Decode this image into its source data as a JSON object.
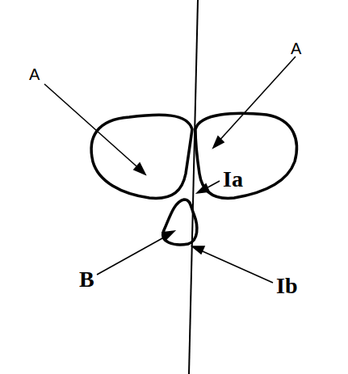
{
  "diagram": {
    "labels": [
      "A",
      "A",
      "Ia",
      "B",
      "Ib"
    ]
  }
}
